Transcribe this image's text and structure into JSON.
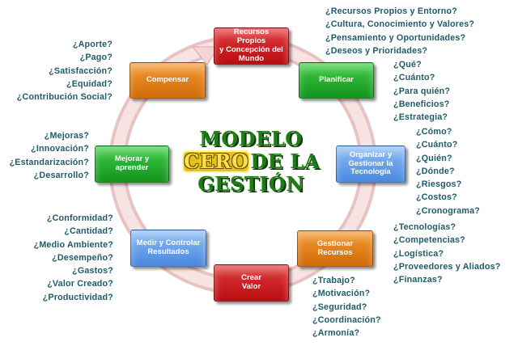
{
  "center": {
    "line1": "MODELO",
    "cero": "CERO",
    "line2_rest": "DE LA",
    "line3": "GESTIÓN"
  },
  "nodes": {
    "recursos_propios": {
      "line1": "Recursos Propios",
      "line2": "y Concepción del",
      "line3": "Mundo",
      "color": "#cc1417"
    },
    "planificar": {
      "label": "Planificar",
      "color": "#1aa826"
    },
    "organizar": {
      "line1": "Organizar y",
      "line2": "Gestionar la",
      "line3": "Tecnología",
      "color": "#5b9bea"
    },
    "gestionar_recursos": {
      "line1": "Gestionar",
      "line2": "Recursos",
      "color": "#e07a10"
    },
    "crear_valor": {
      "line1": "Crear",
      "line2": "Valor",
      "color": "#cc1417"
    },
    "medir": {
      "line1": "Medir y Controlar",
      "line2": "Resultados",
      "color": "#5b9bea"
    },
    "mejorar": {
      "line1": "Mejorar y",
      "line2": "aprender",
      "color": "#1aa826"
    },
    "compensar": {
      "label": "Compensar",
      "color": "#e07a10"
    }
  },
  "questions": {
    "recursos": [
      "¿Recursos Propios y Entorno?",
      "¿Cultura, Conocimiento y Valores?",
      "¿Pensamiento y Oportunidades?",
      "¿Deseos y Prioridades?"
    ],
    "planificar": [
      "¿Qué?",
      "¿Cuánto?",
      "¿Para quién?",
      "¿Beneficios?",
      "¿Estrategia?"
    ],
    "organizar": [
      "¿Cómo?",
      "¿Cuánto?",
      "¿Quién?",
      "¿Dónde?",
      "¿Riesgos?",
      "¿Costos?",
      "¿Cronograma?"
    ],
    "gestionar": [
      "¿Tecnologías?",
      "¿Competencias?",
      "¿Logística?",
      "¿Proveedores y Aliados?",
      "¿Finanzas?"
    ],
    "crear": [
      "¿Trabajo?",
      "¿Motivación?",
      "¿Seguridad?",
      "¿Coordinación?",
      "¿Armonía?"
    ],
    "medir": [
      "¿Conformidad?",
      "¿Cantidad?",
      "¿Medio Ambiente?",
      "¿Desempeño?",
      "¿Gastos?",
      "¿Valor Creado?",
      "¿Productividad?"
    ],
    "mejorar": [
      "¿Mejoras?",
      "¿Innovación?",
      "¿Estandarización?",
      "¿Desarrollo?"
    ],
    "compensar": [
      "¿Aporte?",
      "¿Pago?",
      "¿Satisfacción?",
      "¿Equidad?",
      "¿Contribución Social?"
    ]
  },
  "colors": {
    "ring": "#f3d6d6",
    "question_text": "#1d5b66",
    "title_green": "#1f7a1a",
    "cero_gold": "#e8c21c"
  }
}
